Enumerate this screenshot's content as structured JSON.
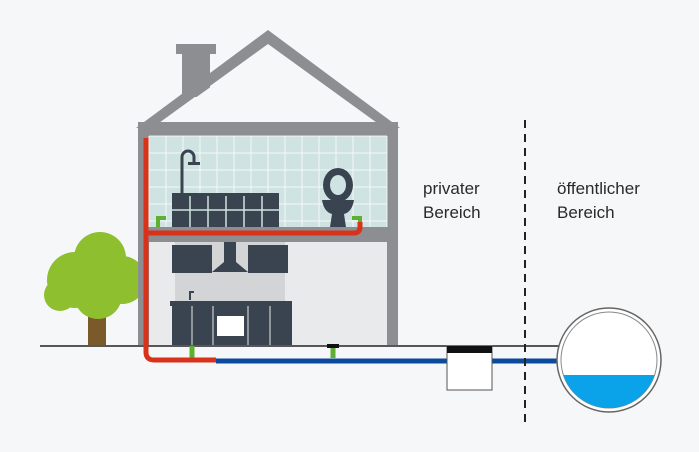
{
  "labels": {
    "private": [
      "privater",
      "Bereich"
    ],
    "public": [
      "öffentlicher",
      "Bereich"
    ]
  },
  "colors": {
    "background": "#f6f7f9",
    "house_frame": "#8c8e91",
    "bathroom_tiles": "#cfe3e2",
    "furniture": "#3a4450",
    "wastewater_pipe": "#d8321a",
    "connector_pipe": "#5fb030",
    "sewer_pipe": "#0b4a9c",
    "sewer_water": "#0aa2e8",
    "tree_foliage": "#8dbf2e",
    "tree_trunk": "#7a5a2a"
  }
}
